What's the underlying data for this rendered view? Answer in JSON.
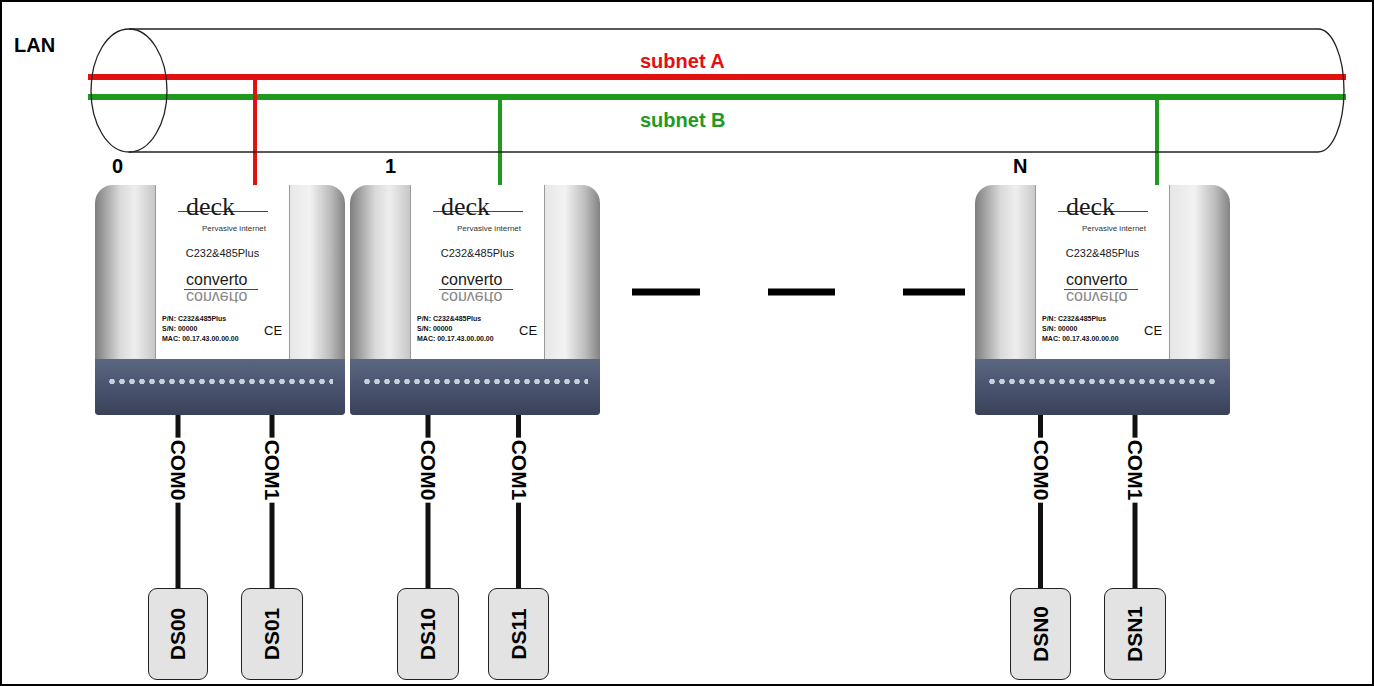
{
  "diagram": {
    "nodes": [
      {
        "text": [
          "LAN",
          "subnet A",
          "subnet B"
        ]
      },
      {
        "text": [
          "0",
          "deck",
          "Pervasive internet",
          "C232&485Plus",
          "converto",
          "converto",
          "P/N: C232&485Plus",
          "S/N: 00000",
          "MAC: 00.17.43.00.00.00",
          "CE"
        ]
      },
      {
        "text": [
          "DS00"
        ]
      },
      {
        "text": [
          "DS01"
        ]
      },
      {
        "text": [
          "1",
          "deck",
          "Pervasive internet",
          "C232&485Plus",
          "converto",
          "converto",
          "P/N: C232&485Plus",
          "S/N: 00000",
          "MAC: 00.17.43.00.00.00",
          "CE"
        ]
      },
      {
        "text": [
          "DS10"
        ]
      },
      {
        "text": [
          "DS11"
        ]
      },
      {
        "text": [
          "N",
          "deck",
          "Pervasive internet",
          "C232&485Plus",
          "converto",
          "converto",
          "P/N: C232&485Plus",
          "S/N: 00000",
          "MAC: 00.17.43.00.00.00",
          "CE"
        ]
      },
      {
        "text": [
          "DSN0"
        ]
      },
      {
        "text": [
          "DSN1"
        ]
      }
    ],
    "edges": [
      {
        "from": 0,
        "to": 1,
        "arrow": "none"
      },
      {
        "from": 0,
        "to": 4,
        "arrow": "none"
      },
      {
        "from": 0,
        "to": 7,
        "arrow": "none"
      },
      {
        "from": 1,
        "to": 2,
        "label": "COM0",
        "arrow": "none"
      },
      {
        "from": 1,
        "to": 3,
        "label": "COM1",
        "arrow": "none"
      },
      {
        "from": 4,
        "to": 5,
        "label": "COM0",
        "arrow": "none"
      },
      {
        "from": 4,
        "to": 6,
        "label": "COM1",
        "arrow": "none"
      },
      {
        "from": 7,
        "to": 8,
        "label": "COM0",
        "arrow": "none"
      },
      {
        "from": 7,
        "to": 9,
        "label": "COM1",
        "arrow": "none"
      }
    ]
  }
}
